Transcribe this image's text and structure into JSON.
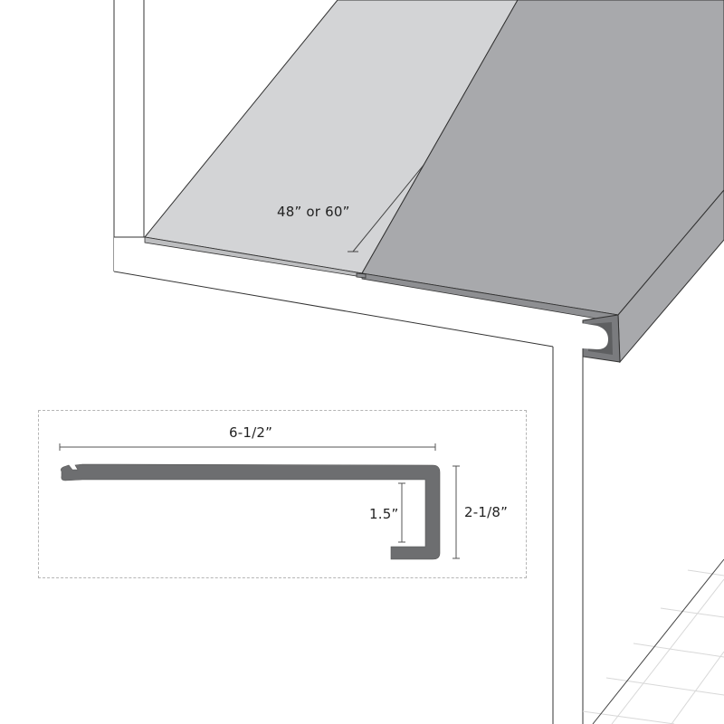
{
  "diagram": {
    "type": "stair-nosing-installation-illustration",
    "colors": {
      "light_panel": "#d3d4d6",
      "light_panel_edge": "#bdbec0",
      "dark_panel": "#a8a9ac",
      "dark_panel_edge": "#8e8f92",
      "profile_fill": "#6d6e70",
      "outline": "#333333",
      "tile_lines": "#d8d8d8",
      "dash_box": "#b5b5b5"
    },
    "top_view": {
      "panel_length_label": "48” or 60”"
    },
    "profile_view": {
      "width_label": "6-1/2”",
      "inner_height_label": "1.5”",
      "total_height_label": "2-1/8”"
    }
  }
}
